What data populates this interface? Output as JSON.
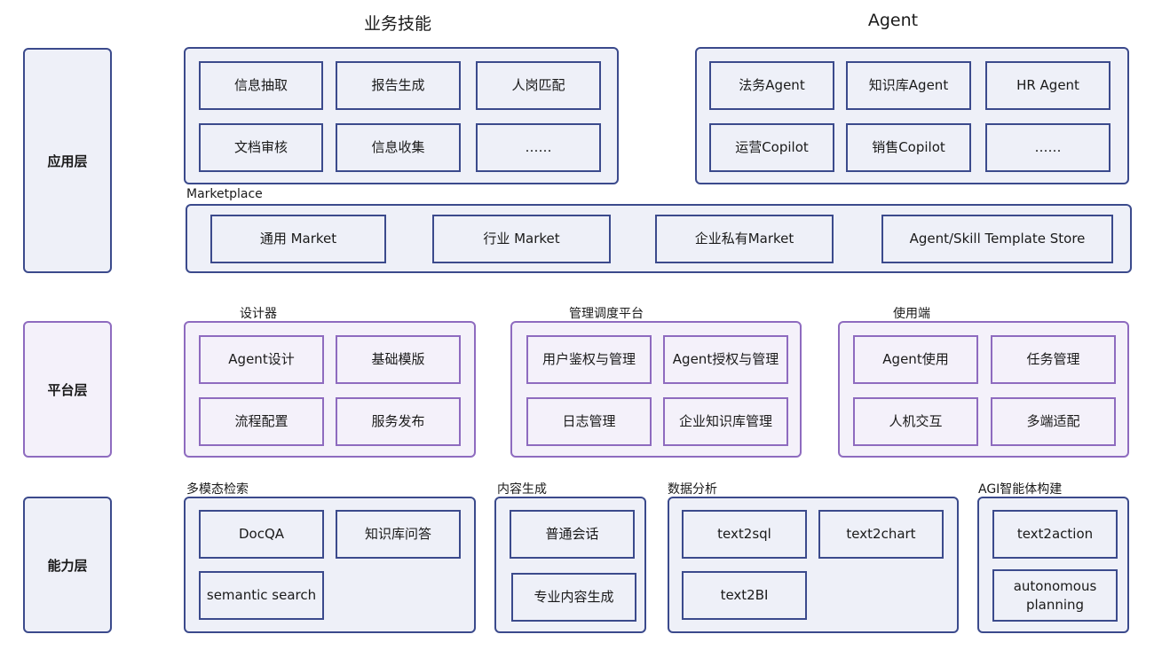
{
  "layers": {
    "app": "应用层",
    "platform": "平台层",
    "capability": "能力层"
  },
  "business_skills": {
    "title": "业务技能",
    "items": [
      "信息抽取",
      "报告生成",
      "人岗匹配",
      "文档审核",
      "信息收集",
      "……"
    ]
  },
  "agent": {
    "title": "Agent",
    "items": [
      "法务Agent",
      "知识库Agent",
      "HR Agent",
      "运营Copilot",
      "销售Copilot",
      "……"
    ]
  },
  "marketplace": {
    "label": "Marketplace",
    "items": [
      "通用 Market",
      "行业 Market",
      "企业私有Market",
      "Agent/Skill Template Store"
    ]
  },
  "designer": {
    "label": "设计器",
    "items": [
      "Agent设计",
      "基础模版",
      "流程配置",
      "服务发布"
    ]
  },
  "management": {
    "label": "管理调度平台",
    "items": [
      "用户鉴权与管理",
      "Agent授权与管理",
      "日志管理",
      "企业知识库管理"
    ]
  },
  "client": {
    "label": "使用端",
    "items": [
      "Agent使用",
      "任务管理",
      "人机交互",
      "多端适配"
    ]
  },
  "multimodal": {
    "label": "多模态检索",
    "items": [
      "DocQA",
      "知识库问答",
      "semantic search"
    ]
  },
  "content_gen": {
    "label": "内容生成",
    "items": [
      "普通会话",
      "专业内容生成"
    ]
  },
  "data_analysis": {
    "label": "数据分析",
    "items": [
      "text2sql",
      "text2chart",
      "text2BI"
    ]
  },
  "agi": {
    "label": "AGI智能体构建",
    "items": [
      "text2action",
      "autonomous planning"
    ]
  },
  "colors": {
    "blue": "#3b4a8c",
    "purple": "#8e6bbf",
    "fill": "#eef0f8"
  }
}
